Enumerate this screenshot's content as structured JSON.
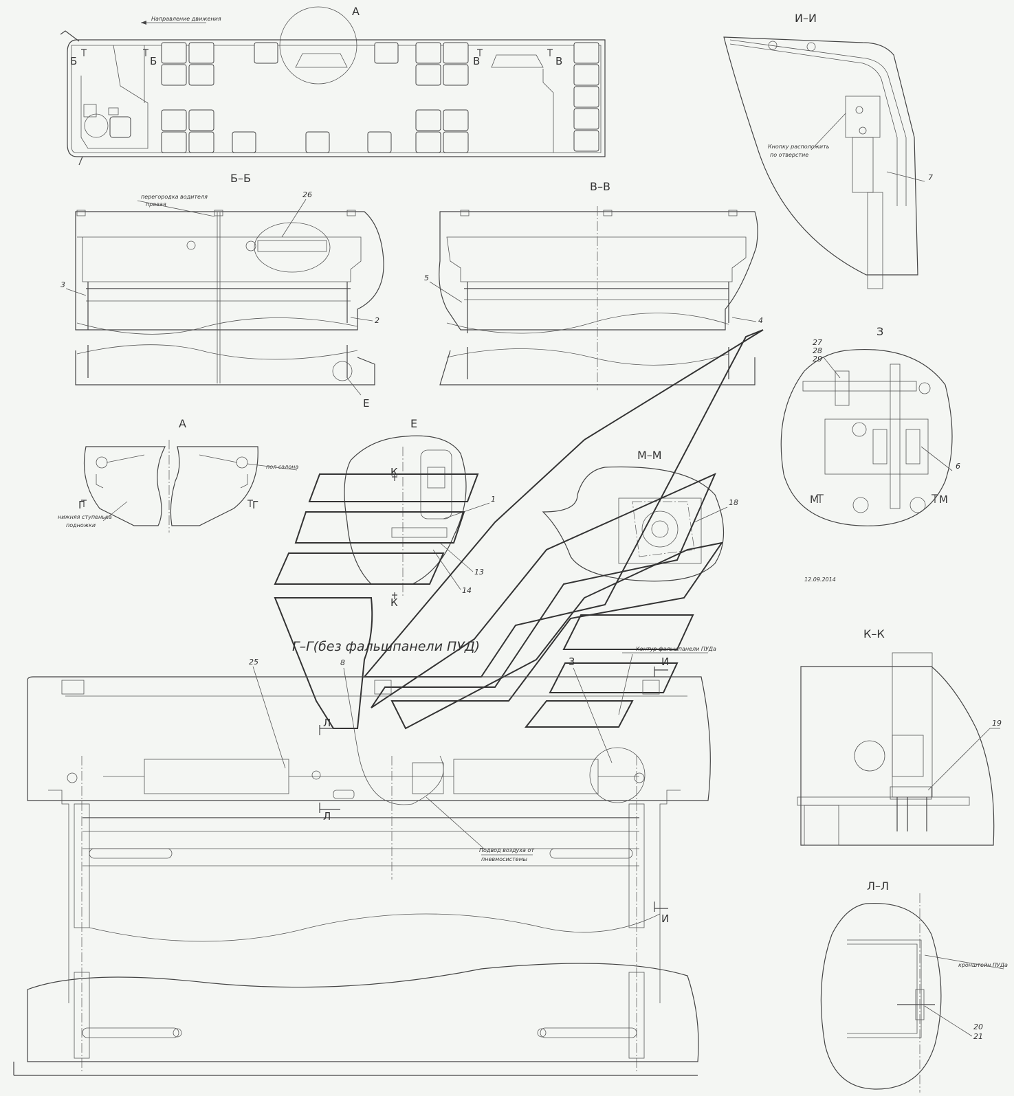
{
  "views": {
    "plan": {
      "title": "А",
      "direction": "Направление движения",
      "cut_b": "Б",
      "cut_v": "В"
    },
    "section_b": {
      "title": "Б–Б",
      "note": "перегородка водителя",
      "note2": "правая"
    },
    "section_v": {
      "title": "В–В"
    },
    "section_i": {
      "title": "И–И",
      "note": "Кнопку расположить",
      "note2": "по отверстие"
    },
    "detail_z": {
      "title": "З",
      "cut": "М"
    },
    "detail_a": {
      "title": "А",
      "note_floor": "пол салона",
      "note_step": "нижняя ступенька",
      "note_step2": "подножки",
      "cut": "Г"
    },
    "detail_e": {
      "title": "Е",
      "cut": "К"
    },
    "section_m": {
      "title": "М–М"
    },
    "section_g": {
      "title": "Г–Г(без фальшпанели ПУД)",
      "note_contour": "Контур фальшпанели ПУДа",
      "note_air": "Подвод воздуха от",
      "note_air2": "пневмосистемы",
      "cut_l": "Л",
      "cut_i": "И"
    },
    "section_k": {
      "title": "К–К"
    },
    "section_l": {
      "title": "Л–Л",
      "note": "кронштейн ПУДа"
    }
  },
  "callouts": {
    "c1": "1",
    "c2": "2",
    "c3": "3",
    "c3b": "3",
    "c4": "4",
    "c5": "5",
    "c6": "6",
    "c7": "7",
    "c8": "8",
    "c13": "13",
    "c14": "14",
    "c18": "18",
    "c19": "19",
    "c20": "20",
    "c21": "21",
    "c25": "25",
    "c26": "26",
    "c27": "27",
    "c28": "28",
    "c29": "29",
    "ce": "Е"
  },
  "date": "12.09.2014",
  "colors": {
    "line": "#444444",
    "background": "#f4f6f3"
  }
}
